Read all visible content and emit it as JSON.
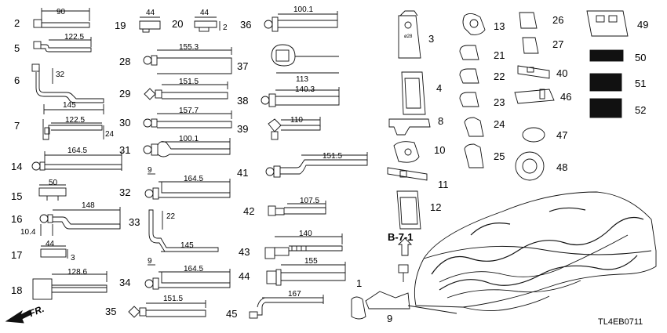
{
  "labels": {
    "c1": "1",
    "c2": "2",
    "c3": "3",
    "c4": "4",
    "c5": "5",
    "c6": "6",
    "c7": "7",
    "c8": "8",
    "c9": "9",
    "c10": "10",
    "c11": "11",
    "c12": "12",
    "c13": "13",
    "c14": "14",
    "c15": "15",
    "c16": "16",
    "c17": "17",
    "c18": "18",
    "c19": "19",
    "c20": "20",
    "c21": "21",
    "c22": "22",
    "c23": "23",
    "c24": "24",
    "c25": "25",
    "c26": "26",
    "c27": "27",
    "c28": "28",
    "c29": "29",
    "c30": "30",
    "c31": "31",
    "c32": "32",
    "c33": "33",
    "c34": "34",
    "c35": "35",
    "c36": "36",
    "c37": "37",
    "c38": "38",
    "c39": "39",
    "c40": "40",
    "c41": "41",
    "c42": "42",
    "c43": "43",
    "c44": "44",
    "c45": "45",
    "c46": "46",
    "c47": "47",
    "c48": "48",
    "c49": "49",
    "c50": "50",
    "c51": "51",
    "c52": "52",
    "section": "B-7-1",
    "code": "TL4EB0711",
    "front": "FR."
  },
  "dims": {
    "d2": "90",
    "d5": "122.5",
    "d6h": "32",
    "d6": "145",
    "d7": "122.5",
    "d7h": "24",
    "d14": "164.5",
    "d15": "50",
    "d16": "148",
    "d16o": "10.4",
    "d17": "44",
    "d17h": "3",
    "d18": "128.6",
    "d19": "44",
    "d20": "44",
    "d20h": "2",
    "d28": "155.3",
    "d29": "151.5",
    "d30": "157.7",
    "d31": "100.1",
    "d32o": "9",
    "d32": "164.5",
    "d33h": "22",
    "d33": "145",
    "d34o": "9",
    "d34": "164.5",
    "d35": "151.5",
    "d36": "100.1",
    "d37": "113",
    "d38": "140.3",
    "d39": "110",
    "d41": "151.5",
    "d42": "107.5",
    "d43": "140",
    "d44": "155",
    "d45": "167"
  },
  "marks": {
    "m3": "ø28"
  }
}
